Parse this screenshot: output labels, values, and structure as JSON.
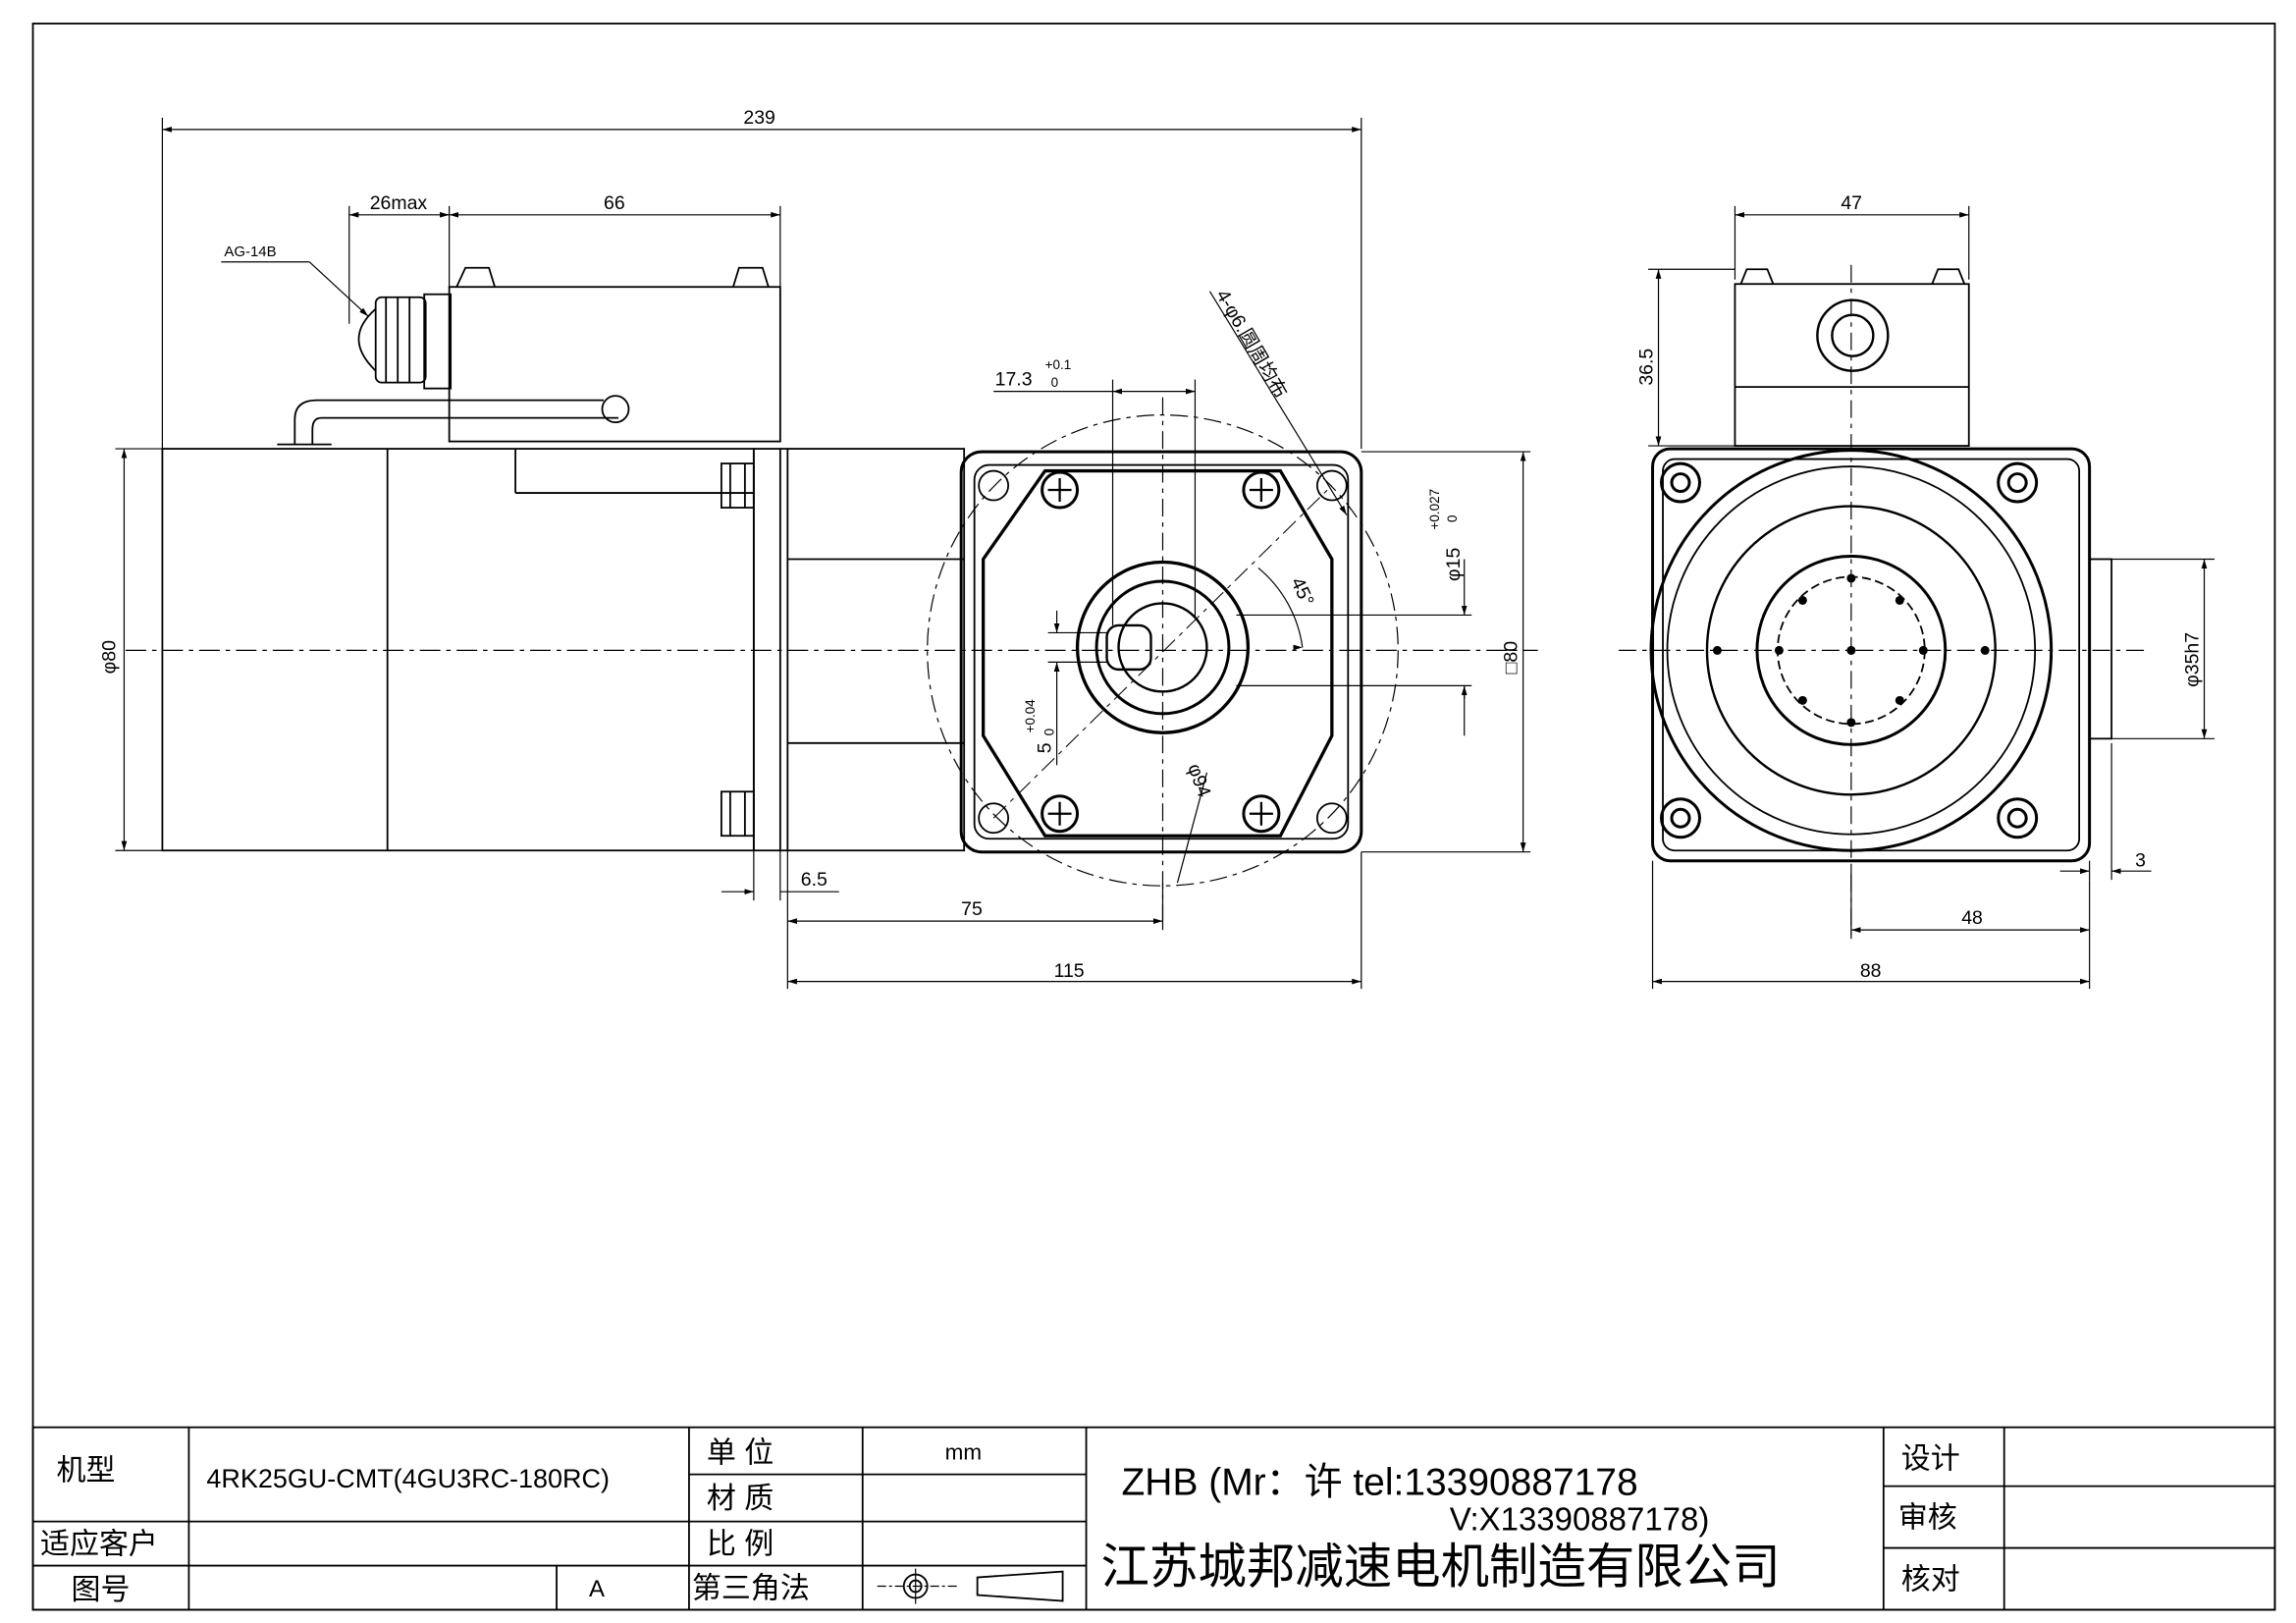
{
  "dimensions": {
    "overall_length": "239",
    "terminal_box_width": "66",
    "gland_length": "26max",
    "cable_gland": "AG-14B",
    "keyway": "17.3",
    "keyway_tol_upper": "+0.1",
    "keyway_tol_lower": "0",
    "mount_holes": "4-φ6.圆周均布",
    "shaft_dia": "φ15",
    "shaft_tol_upper": "+0.027",
    "shaft_tol_lower": "0",
    "angle": "45°",
    "key_width": "5",
    "key_tol_upper": "+0.04",
    "key_tol_lower": "0",
    "pcd": "φ94",
    "motor_dia": "φ80",
    "flange_square": "□80",
    "flange_thickness": "6.5",
    "shaft_offset": "75",
    "gearhead_length": "115",
    "box_width_end": "47",
    "box_height": "36.5",
    "spigot_dia": "φ35h7",
    "spigot_length": "3",
    "center_offset": "48",
    "gearhead_width": "88"
  },
  "title_block": {
    "model_label": "机型",
    "model_value": "4RK25GU-CMT(4GU3RC-180RC)",
    "customer_label": "适应客户",
    "drawing_no_label": "图号",
    "revision": "A",
    "unit_label": "单 位",
    "unit_value": "mm",
    "material_label": "材 质",
    "scale_label": "比 例",
    "projection_label": "第三角法",
    "brand_line": "ZHB (Mr：许 tel:13390887178",
    "wechat_line": "V:X13390887178)",
    "company": "江苏城邦减速电机制造有限公司",
    "design_label": "设计",
    "review_label": "审核",
    "check_label": "核对"
  }
}
